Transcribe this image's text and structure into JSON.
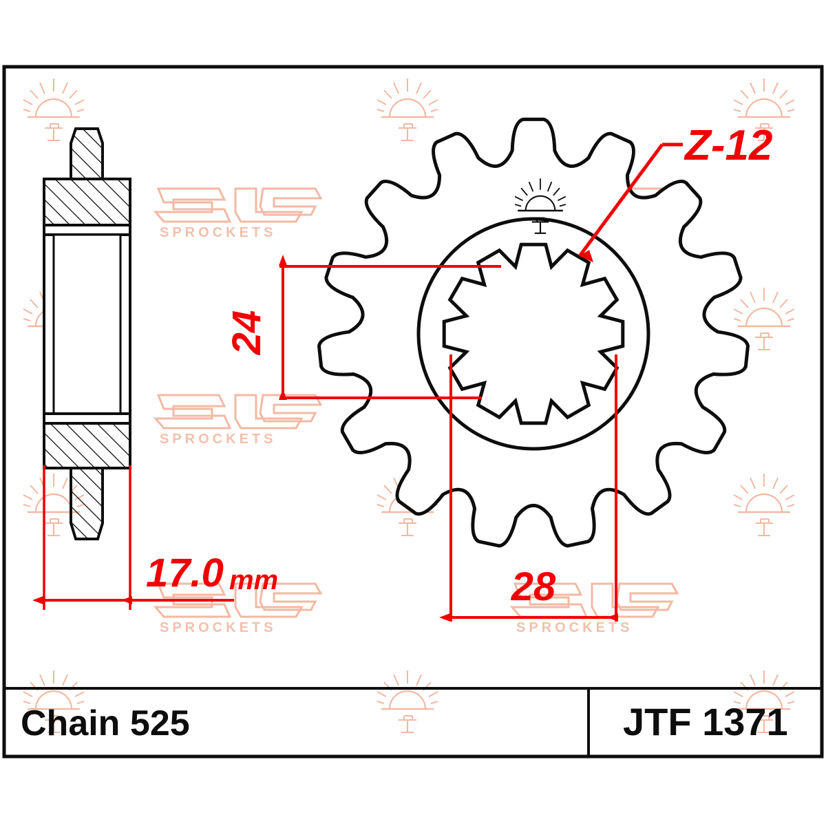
{
  "drawing": {
    "type": "front-sprocket-technical-drawing",
    "manufacturer_watermark": "JT SPROCKETS",
    "watermark_logo_text": "SPROCKETS",
    "watermark_mark_text": "JT"
  },
  "title_block": {
    "chain_label": "Chain 525",
    "part_number": "JTF 1371"
  },
  "annotations": {
    "spline_teeth": "Z-12",
    "bore_dim": "24",
    "hub_dim": "28",
    "thickness_value": "17.0",
    "thickness_unit": "mm"
  },
  "colors": {
    "dimension_red": "#f00000",
    "outline_black": "#0d0d0d",
    "watermark_peach": "#f2b9a3",
    "sheet_white": "#ffffff"
  },
  "views": {
    "section_view": {
      "name": "cross-section-side-view",
      "hatching": "45-degree-section-hatch"
    },
    "front_view": {
      "name": "sprocket-front-view",
      "outer_teeth_count": 15,
      "inner_spline_count": 12
    }
  },
  "icons": {
    "sun_watermark": "rising-sun-icon",
    "jt_logo": "jt-sprockets-logo-icon"
  }
}
